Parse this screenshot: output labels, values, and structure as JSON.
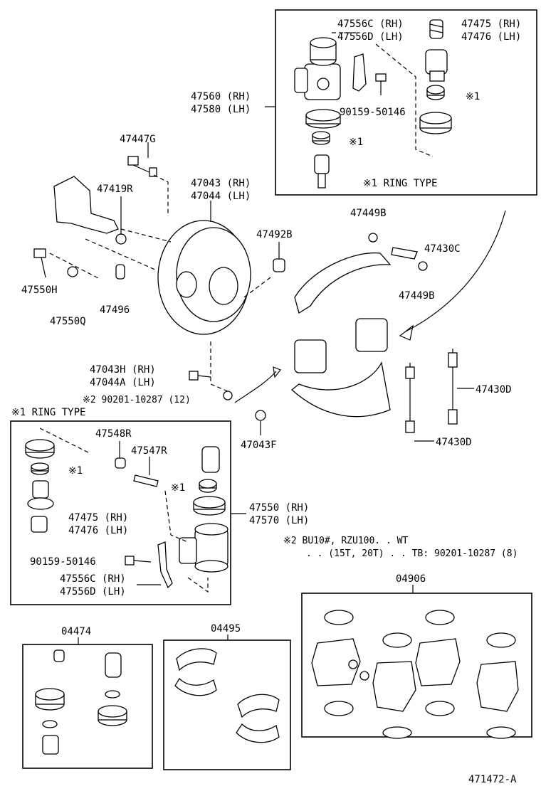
{
  "labels": {
    "p47556c_rh_top": "47556C (RH)",
    "p47556d_lh_top": "47556D (LH)",
    "p47475_rh_top": "47475 (RH)",
    "p47476_lh_top": "47476 (LH)",
    "mark1_a": "※1",
    "mark1_b": "※1",
    "p90159_top": "90159-50146",
    "ring_type_top": "※1 RING TYPE",
    "p47560_rh": "47560 (RH)",
    "p47580_lh": "47580 (LH)",
    "p47447g": "47447G",
    "p47419r": "47419R",
    "p47043_rh": "47043 (RH)",
    "p47044_lh": "47044 (LH)",
    "p47492b": "47492B",
    "p47449b_a": "47449B",
    "p47430c": "47430C",
    "p47449b_b": "47449B",
    "p47550h": "47550H",
    "p47550q": "47550Q",
    "p47496": "47496",
    "p47043h_rh": "47043H (RH)",
    "p47044a_lh": "47044A (LH)",
    "p90201": "※2 90201-10287 (12)",
    "p47043f": "47043F",
    "p47430d_a": "47430D",
    "p47430d_b": "47430D",
    "ring_type_mid": "※1 RING TYPE",
    "p47548r": "47548R",
    "p47547r": "47547R",
    "mark1_c": "※1",
    "mark1_d": "※1",
    "p47475_rh_mid": "47475 (RH)",
    "p47476_lh_mid": "47476 (LH)",
    "p47550_rh": "47550 (RH)",
    "p47570_lh": "47570 (LH)",
    "p90159_mid": "90159-50146",
    "p47556c_rh_mid": "47556C (RH)",
    "p47556d_lh_mid": "47556D (LH)",
    "note2_line1": "※2 BU10#, RZU100. . WT",
    "note2_line2": ". . (15T, 20T) . . TB: 90201-10287 (8)",
    "p04906": "04906",
    "p04474": "04474",
    "p04495": "04495",
    "diagram_code": "471472-A"
  }
}
